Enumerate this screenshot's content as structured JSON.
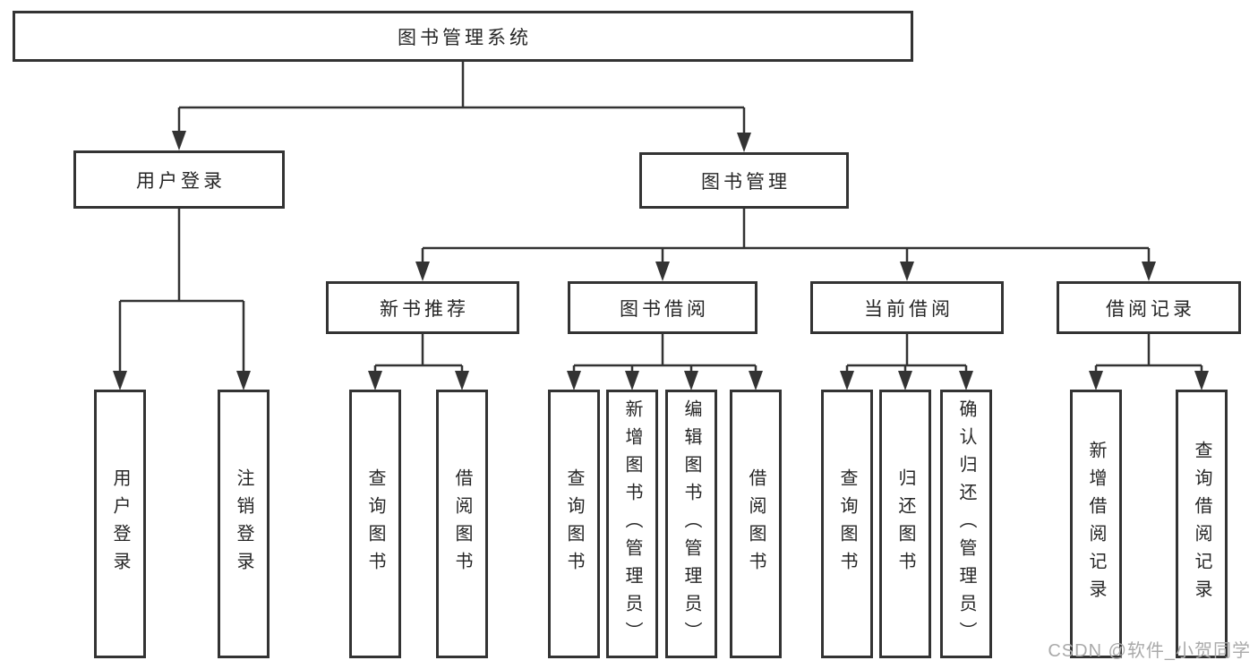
{
  "diagram_title": "图书管理系统",
  "nodes": {
    "root": {
      "label": "图书管理系统"
    },
    "user_login": {
      "label": "用户登录",
      "children": [
        {
          "label": "用户登录"
        },
        {
          "label": "注销登录"
        }
      ]
    },
    "book_management": {
      "label": "图书管理"
    },
    "new_books": {
      "label": "新书推荐",
      "children": [
        {
          "label": "查询图书"
        },
        {
          "label": "借阅图书"
        }
      ]
    },
    "book_borrowing": {
      "label": "图书借阅",
      "children": [
        {
          "label": "查询图书"
        },
        {
          "label": "新增图书（管理员）"
        },
        {
          "label": "编辑图书（管理员）"
        },
        {
          "label": "借阅图书"
        }
      ]
    },
    "current_borrowing": {
      "label": "当前借阅",
      "children": [
        {
          "label": "查询图书"
        },
        {
          "label": "归还图书"
        },
        {
          "label": "确认归还（管理员）"
        }
      ]
    },
    "borrowing_records": {
      "label": "借阅记录",
      "children": [
        {
          "label": "新增借阅记录"
        },
        {
          "label": "查询借阅记录"
        }
      ]
    }
  },
  "watermark": "CSDN @软件_小贺同学",
  "colors": {
    "line": "#333333",
    "text": "#262626",
    "box_background": "#ffffff",
    "page_background": "#ffffff",
    "watermark": "#aaaaaa"
  }
}
